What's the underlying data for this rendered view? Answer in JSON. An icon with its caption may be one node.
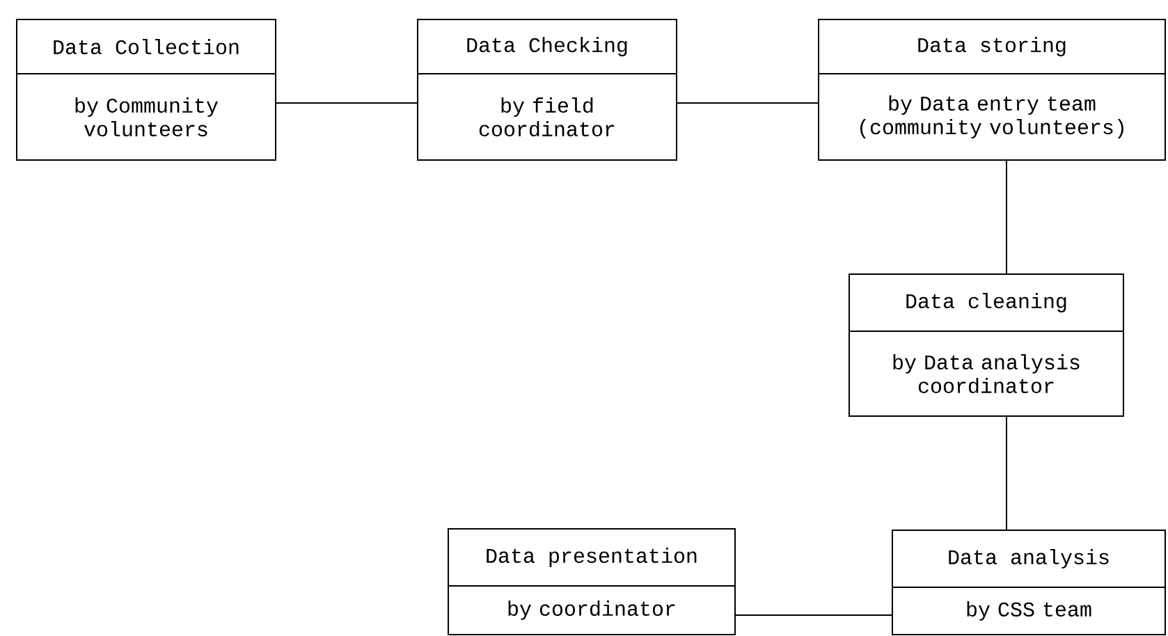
{
  "diagram": {
    "nodes": [
      {
        "text": [
          "Data Collection",
          "by Community volunteers"
        ]
      },
      {
        "text": [
          "Data Checking",
          "by field coordinator"
        ]
      },
      {
        "text": [
          "Data storing",
          "by Data entry team (community volunteers)"
        ]
      },
      {
        "text": [
          "Data cleaning",
          "by Data analysis coordinator"
        ]
      },
      {
        "text": [
          "Data presentation",
          "by coordinator"
        ]
      },
      {
        "text": [
          "Data analysis",
          "by CSS team"
        ]
      }
    ],
    "edges": [
      {
        "from": 0,
        "to": 1,
        "arrow": "none"
      },
      {
        "from": 1,
        "to": 2,
        "arrow": "none"
      },
      {
        "from": 2,
        "to": 3,
        "arrow": "none"
      },
      {
        "from": 3,
        "to": 5,
        "arrow": "none"
      },
      {
        "from": 5,
        "to": 4,
        "arrow": "none"
      }
    ]
  }
}
